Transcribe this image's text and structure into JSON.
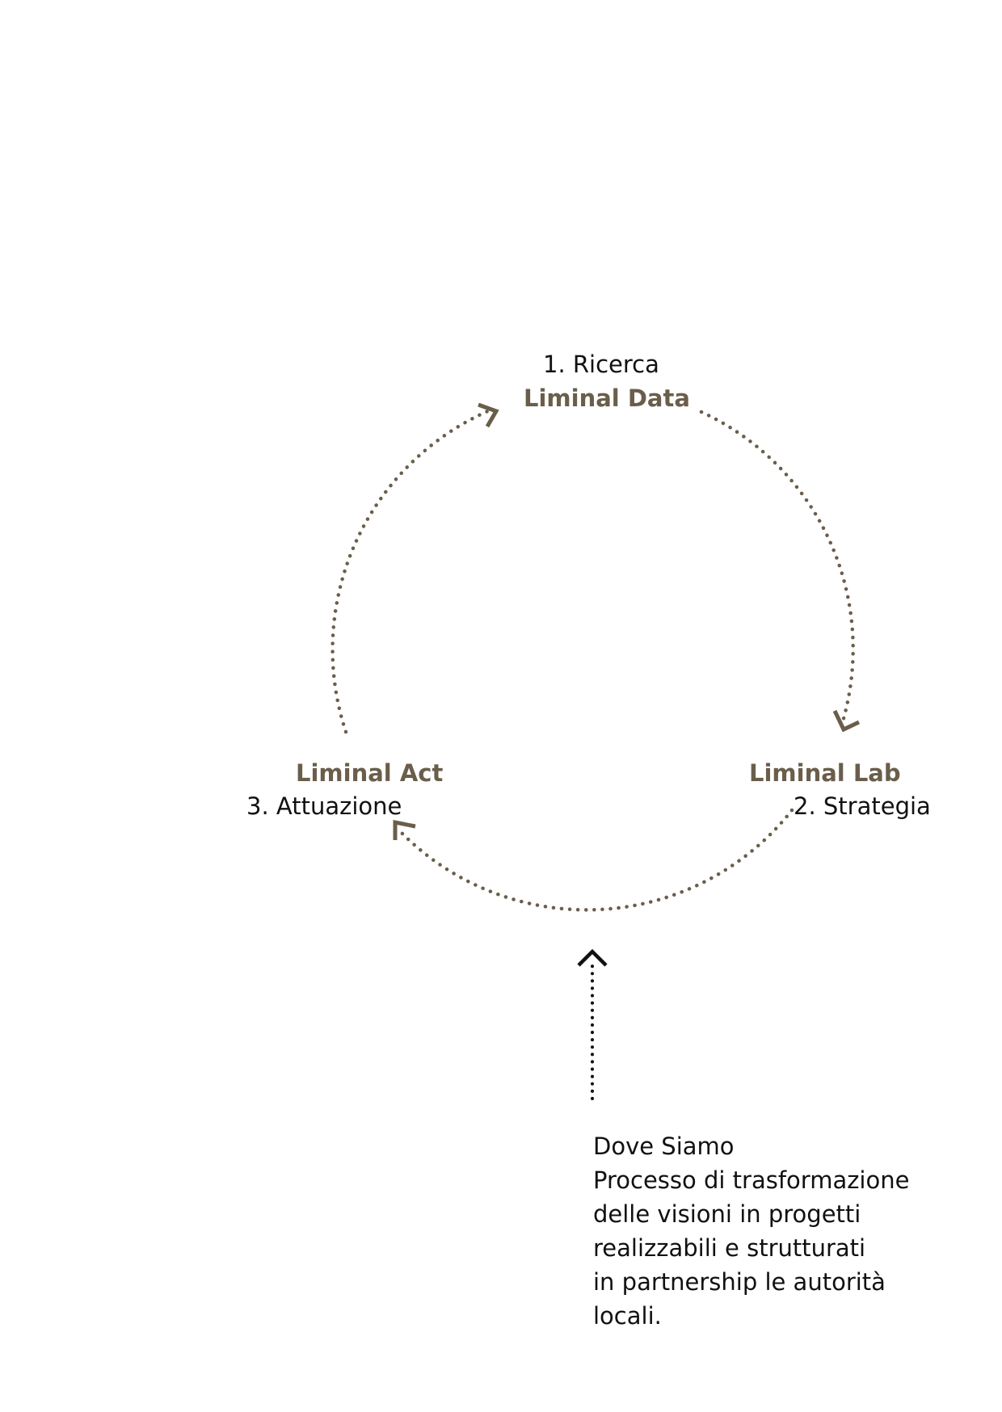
{
  "nodes": {
    "research": {
      "step": "1. Ricerca",
      "name": "Liminal Data"
    },
    "strategy": {
      "step": "2. Strategia",
      "name": "Liminal Lab"
    },
    "implementation": {
      "step": "3. Attuazione",
      "name": "Liminal Act"
    }
  },
  "note": {
    "title": "Dove Siamo",
    "lines": [
      "Processo di trasformazione",
      "delle visioni in progetti",
      "realizzabili e strutturati",
      "in partnership le autorità",
      "locali."
    ]
  },
  "colors": {
    "accent": "#6a5e4b",
    "text": "#111111"
  }
}
